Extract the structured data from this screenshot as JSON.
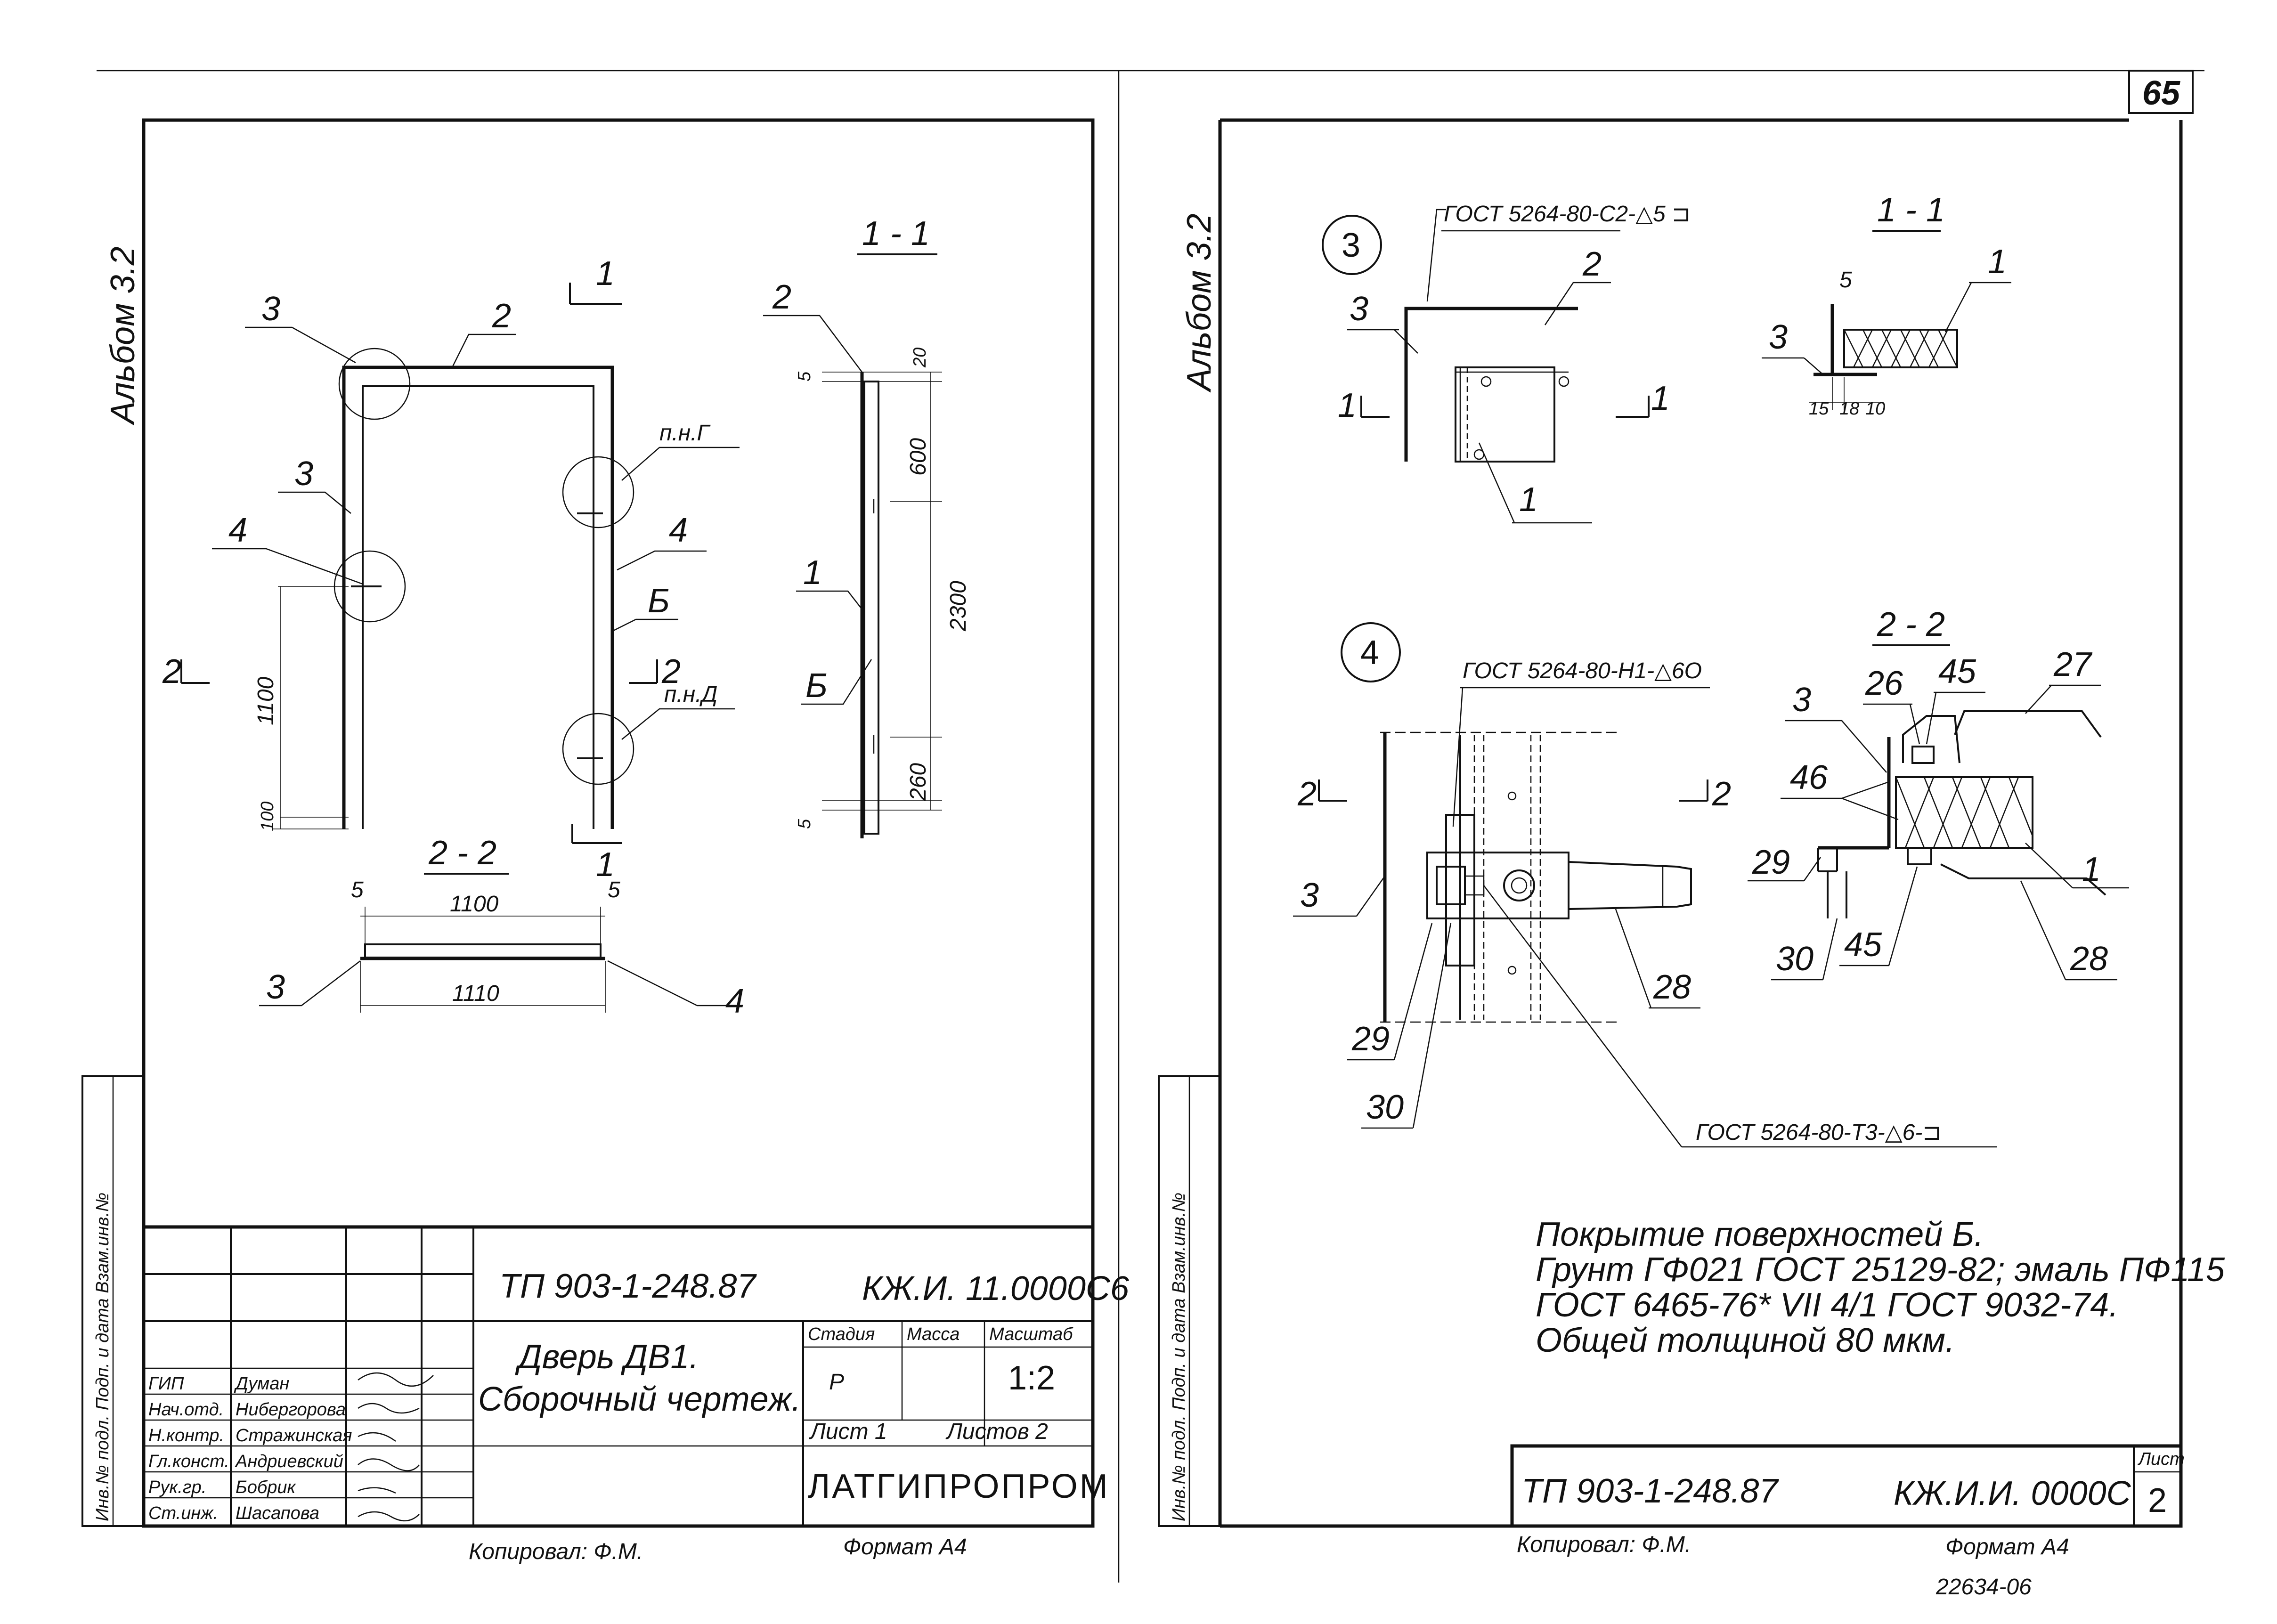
{
  "page_number": "65",
  "album_label": "Альбом 3.2",
  "left_sheet": {
    "section_1_1_title": "1 - 1",
    "section_2_2_title": "2 - 2",
    "cut_marks": {
      "one": "1",
      "two": "2"
    },
    "callouts": {
      "c2": "2",
      "c3": "3",
      "c4": "4",
      "c6": "Б",
      "c1": "1",
      "pnG": "п.н.Г",
      "pnD": "п.н.Д"
    },
    "dims": {
      "d1100_v": "1100",
      "d100": "100",
      "d20": "20",
      "d600": "600",
      "d2300": "2300",
      "d260": "260",
      "d5a": "5",
      "d5b": "5",
      "d1100_h": "1100",
      "d1110": "1110",
      "d5c": "5",
      "d5d": "5"
    },
    "title_block": {
      "code": "ТП 903-1-248.87",
      "doc_code": "КЖ.И. 11.0000С6",
      "name_line1": "Дверь ДВ1.",
      "name_line2": "Сборочный чертеж.",
      "stage_header": "Стадия",
      "mass_header": "Масса",
      "scale_header": "Масштаб",
      "stage": "Р",
      "scale": "1:2",
      "sheet": "Лист 1",
      "sheets": "Листов 2",
      "org": "ЛАТГИПРОПРОМ",
      "roles": [
        "ГИП",
        "Нач.отд.",
        "Н.контр.",
        "Гл.конст.",
        "Рук.гр.",
        "Ст.инж."
      ],
      "names": [
        "Думан",
        "Нибергорова",
        "Стражинская",
        "Андриевский",
        "Бобрик",
        "Шасапова"
      ]
    },
    "side_stamp": "Инв.№ подл. Подп. и дата Взам.инв.№",
    "copied_by": "Копировал: Ф.М.",
    "format": "Формат А4"
  },
  "right_sheet": {
    "node3_label": "3",
    "node4_label": "4",
    "weld_3": "ГОСТ 5264-80-С2-△5 ⊐",
    "weld_4": "ГОСТ 5264-80-Н1-△6О",
    "weld_t3": "ГОСТ 5264-80-Т3-△6-⊐",
    "section_1_1_title": "1 - 1",
    "section_2_2_title": "2 - 2",
    "cut_marks": {
      "one": "1",
      "two": "2"
    },
    "callouts": {
      "n1": "1",
      "n2": "2",
      "n3": "3",
      "n26": "26",
      "n27": "27",
      "n28": "28",
      "n29": "29",
      "n30": "30",
      "n45": "45",
      "n46": "46"
    },
    "dims": {
      "d5": "5",
      "d15": "15",
      "d18": "18",
      "d10": "10"
    },
    "coating_note": [
      "Покрытие поверхностей Б.",
      "Грунт ГФ021 ГОСТ 25129-82; эмаль ПФ115",
      "ГОСТ 6465-76* VII 4/1 ГОСТ 9032-74.",
      "Общей толщиной 80 мкм."
    ],
    "title_block": {
      "code": "ТП 903-1-248.87",
      "doc_code": "КЖ.И.И. 0000С",
      "sheet_header": "Лист",
      "sheet": "2"
    },
    "side_stamp": "Инв.№ подл. Подп. и дата Взам.инв.№",
    "copied_by": "Копировал: Ф.М.",
    "format": "Формат А4",
    "archive_no": "22634-06"
  }
}
